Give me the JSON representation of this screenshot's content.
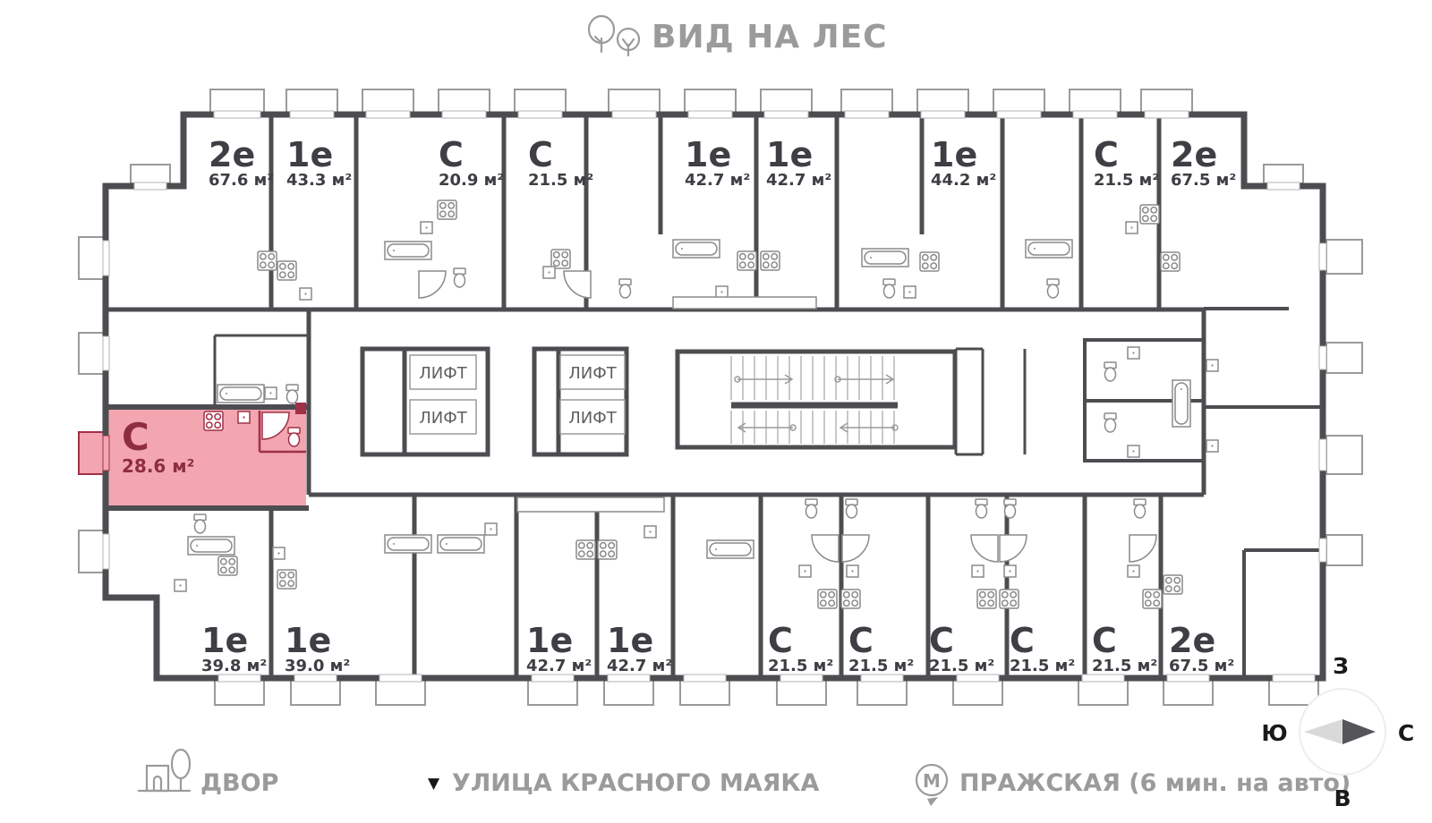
{
  "page": {
    "title": "ВИД НА ЛЕС"
  },
  "highlight_apartment": {
    "type": "С",
    "area": "28.6 м²"
  },
  "apartments_top": [
    {
      "type": "2е",
      "area": "67.6 м²"
    },
    {
      "type": "1е",
      "area": "43.3 м²"
    },
    {
      "type": "С",
      "area": "20.9 м²"
    },
    {
      "type": "С",
      "area": "21.5 м²"
    },
    {
      "type": "1е",
      "area": "42.7 м²"
    },
    {
      "type": "1е",
      "area": "42.7 м²"
    },
    {
      "type": "1е",
      "area": "44.2 м²"
    },
    {
      "type": "С",
      "area": "21.5 м²"
    },
    {
      "type": "2е",
      "area": "67.5 м²"
    }
  ],
  "apartments_bottom": [
    {
      "type": "1е",
      "area": "39.8 м²"
    },
    {
      "type": "1е",
      "area": "39.0 м²"
    },
    {
      "type": "1е",
      "area": "42.7 м²"
    },
    {
      "type": "1е",
      "area": "42.7 м²"
    },
    {
      "type": "С",
      "area": "21.5 м²"
    },
    {
      "type": "С",
      "area": "21.5 м²"
    },
    {
      "type": "С",
      "area": "21.5 м²"
    },
    {
      "type": "С",
      "area": "21.5 м²"
    },
    {
      "type": "С",
      "area": "21.5 м²"
    },
    {
      "type": "2е",
      "area": "67.5 м²"
    }
  ],
  "elevator": {
    "label": "ЛИФТ"
  },
  "legend": {
    "yard_label": "ДВОР",
    "street_marker": "▼",
    "street_label": "УЛИЦА КРАСНОГО МАЯКА",
    "metro_letter": "М",
    "metro_label": "ПРАЖСКАЯ (6 мин. на авто)"
  },
  "compass": {
    "west": "З",
    "south": "Ю",
    "north": "С",
    "east": "В"
  },
  "colors": {
    "wall": "#4d4d51",
    "highlight_fill": "#f3a6b0",
    "highlight_accent": "#a03048",
    "highlight_text": "#8e2d42",
    "muted_text": "#9b9b9b",
    "label_text": "#3e3e44",
    "fixture": "#8a8a8a"
  }
}
